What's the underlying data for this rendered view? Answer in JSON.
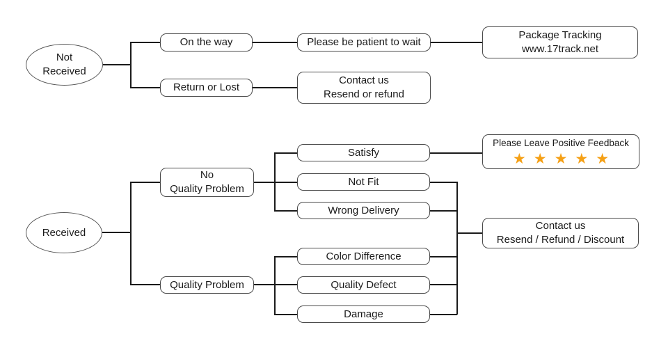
{
  "diagram": {
    "title": "Order received / not received customer-service flowchart",
    "colors": {
      "background": "#ffffff",
      "box_border": "#4a4a4a",
      "connector_line": "#1a1a1a",
      "text": "#1a1a1a",
      "star": "#f5a015"
    },
    "nodes": {
      "not_received": {
        "line1": "Not",
        "line2": "Received"
      },
      "on_the_way": {
        "label": "On the way"
      },
      "be_patient": {
        "label": "Please be patient to wait"
      },
      "package_tracking": {
        "line1": "Package Tracking",
        "line2": "www.17track.net"
      },
      "return_or_lost": {
        "label": "Return or Lost"
      },
      "contact_not_received": {
        "line1": "Contact us",
        "line2": "Resend or refund"
      },
      "received": {
        "label": "Received"
      },
      "no_quality_problem": {
        "line1": "No",
        "line2": "Quality Problem"
      },
      "satisfy": {
        "label": "Satisfy"
      },
      "not_fit": {
        "label": "Not Fit"
      },
      "wrong_delivery": {
        "label": "Wrong Delivery"
      },
      "positive_feedback": {
        "label": "Please Leave Positive Feedback",
        "stars": "★★★★★",
        "star_count": 5
      },
      "quality_problem": {
        "label": "Quality Problem"
      },
      "color_difference": {
        "label": "Color Difference"
      },
      "quality_defect": {
        "label": "Quality Defect"
      },
      "damage": {
        "label": "Damage"
      },
      "contact_received": {
        "line1": "Contact us",
        "line2": "Resend / Refund / Discount"
      }
    },
    "edges": [
      {
        "from": "not_received",
        "to": "on_the_way"
      },
      {
        "from": "not_received",
        "to": "return_or_lost"
      },
      {
        "from": "on_the_way",
        "to": "be_patient"
      },
      {
        "from": "be_patient",
        "to": "package_tracking"
      },
      {
        "from": "return_or_lost",
        "to": "contact_not_received"
      },
      {
        "from": "received",
        "to": "no_quality_problem"
      },
      {
        "from": "received",
        "to": "quality_problem"
      },
      {
        "from": "no_quality_problem",
        "to": "satisfy"
      },
      {
        "from": "no_quality_problem",
        "to": "not_fit"
      },
      {
        "from": "no_quality_problem",
        "to": "wrong_delivery"
      },
      {
        "from": "satisfy",
        "to": "positive_feedback"
      },
      {
        "from": "not_fit",
        "to": "contact_received"
      },
      {
        "from": "wrong_delivery",
        "to": "contact_received"
      },
      {
        "from": "quality_problem",
        "to": "color_difference"
      },
      {
        "from": "quality_problem",
        "to": "quality_defect"
      },
      {
        "from": "quality_problem",
        "to": "damage"
      },
      {
        "from": "color_difference",
        "to": "contact_received"
      },
      {
        "from": "quality_defect",
        "to": "contact_received"
      },
      {
        "from": "damage",
        "to": "contact_received"
      }
    ]
  }
}
